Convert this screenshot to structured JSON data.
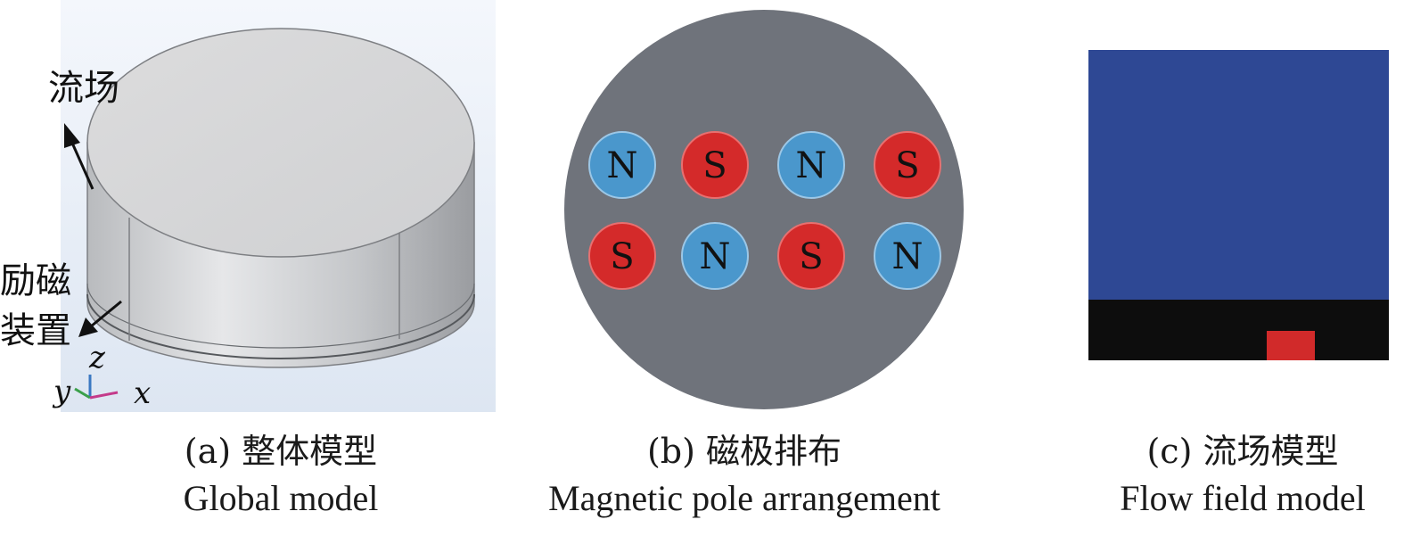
{
  "panel_a": {
    "label_flow": "流场",
    "label_excite_line1": "励磁",
    "label_excite_line2": "装置",
    "axis_z": "z",
    "axis_y": "y",
    "axis_x": "x",
    "caption_cn": "(a) 整体模型",
    "caption_en": "Global model"
  },
  "panel_b": {
    "poles_row1": [
      "N",
      "S",
      "N",
      "S"
    ],
    "poles_row2": [
      "S",
      "N",
      "S",
      "N"
    ],
    "caption_cn": "(b) 磁极排布",
    "caption_en": "Magnetic pole arrangement"
  },
  "panel_c": {
    "caption_cn": "(c) 流场模型",
    "caption_en": "Flow field model"
  },
  "colors": {
    "north_pole": "#4a97cc",
    "south_pole": "#d42a2a",
    "disk": "#6f737b",
    "flow_region": "#2e4894",
    "base_region": "#0d0d0d",
    "magnet_block": "#d12a2a"
  }
}
